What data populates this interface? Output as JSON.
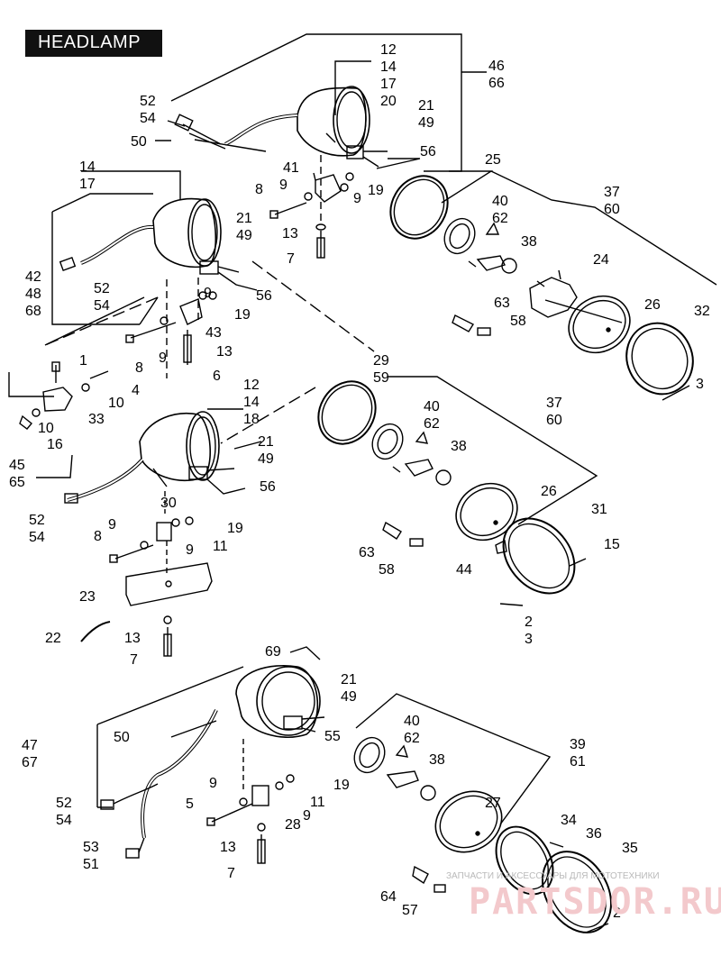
{
  "title": "HEADLAMP",
  "watermark": {
    "caption": "ЗАПЧАСТИ И АКСЕССУАРЫ ДЛЯ МОТОТЕХНИКИ",
    "brand": "PARTSDOR.RU"
  },
  "labels": [
    "12",
    "14",
    "17",
    "20",
    "46",
    "66",
    "52",
    "54",
    "50",
    "21",
    "49",
    "56",
    "25",
    "41",
    "9",
    "9",
    "19",
    "8",
    "13",
    "7",
    "14",
    "17",
    "40",
    "62",
    "37",
    "60",
    "38",
    "24",
    "21",
    "49",
    "42",
    "48",
    "68",
    "52",
    "54",
    "56",
    "63",
    "58",
    "26",
    "32",
    "9",
    "19",
    "43",
    "8",
    "9",
    "13",
    "6",
    "1",
    "4",
    "10",
    "33",
    "10",
    "16",
    "29",
    "59",
    "3",
    "12",
    "14",
    "18",
    "45",
    "65",
    "21",
    "49",
    "56",
    "52",
    "54",
    "30",
    "9",
    "8",
    "9",
    "19",
    "11",
    "40",
    "62",
    "37",
    "60",
    "38",
    "26",
    "31",
    "15",
    "23",
    "63",
    "58",
    "44",
    "2",
    "3",
    "22",
    "13",
    "7",
    "69",
    "21",
    "49",
    "47",
    "67",
    "50",
    "55",
    "40",
    "62",
    "39",
    "61",
    "38",
    "9",
    "19",
    "11",
    "5",
    "9",
    "28",
    "27",
    "34",
    "36",
    "52",
    "54",
    "53",
    "51",
    "13",
    "7",
    "35",
    "64",
    "57",
    "2"
  ]
}
